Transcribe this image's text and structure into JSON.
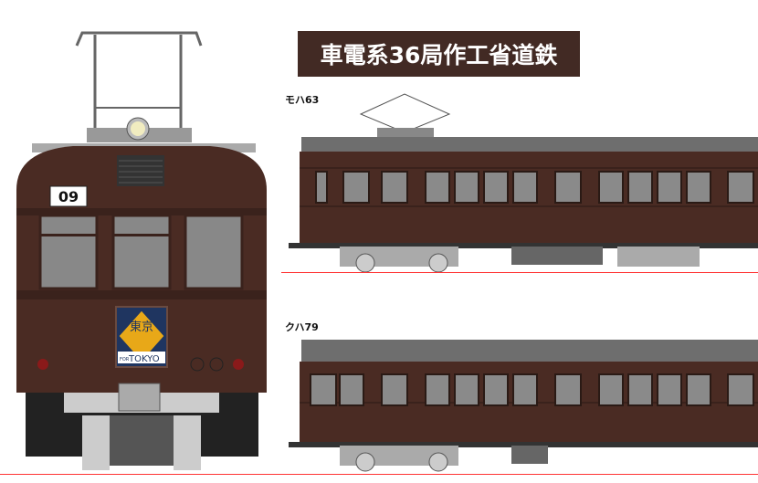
{
  "title": "車電系36局作工省道鉄",
  "cars": [
    {
      "label": "モハ63"
    },
    {
      "label": "クハ79"
    }
  ],
  "front": {
    "number": "09",
    "destination_sign": {
      "kanji": "東京",
      "for": "FOR",
      "romaji": "TOKYO"
    }
  },
  "colors": {
    "body": "#4a2b23",
    "roof": "#6e6e6e",
    "window": "#8a8a8a",
    "rail": "#ff3333",
    "sign_bg": "#1f3560",
    "sign_diamond": "#e8a818"
  }
}
